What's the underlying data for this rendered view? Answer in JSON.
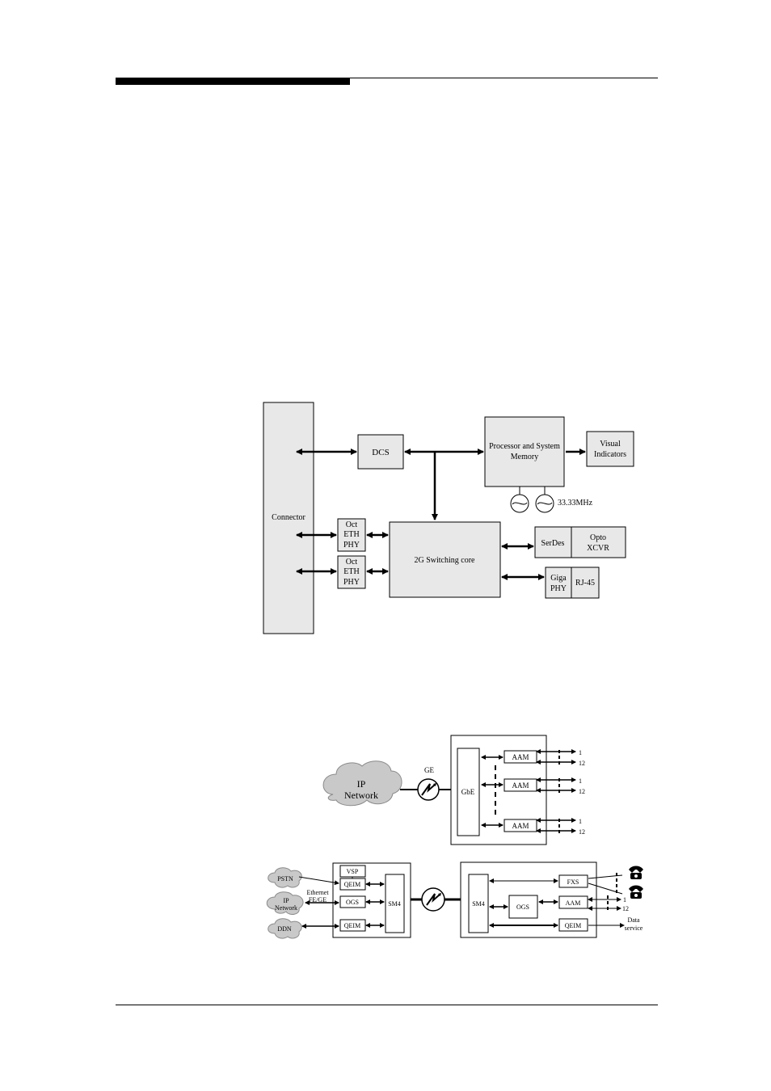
{
  "diagram1": {
    "connector": "Connector",
    "dcs": "DCS",
    "processor": [
      "Processor and System",
      "Memory"
    ],
    "visual": [
      "Visual",
      "Indicators"
    ],
    "clock": "33.33MHz",
    "oct_phy": [
      "Oct",
      "ETH",
      "PHY"
    ],
    "switching_core": "2G Switching core",
    "serdes": "SerDes",
    "opto": [
      "Opto",
      "XCVR"
    ],
    "giga": [
      "Giga",
      "PHY"
    ],
    "rj45": "RJ-45"
  },
  "diagram2": {
    "ip_network": [
      "IP",
      "Network"
    ],
    "ge": "GE",
    "gbe": "GbE",
    "aam": "AAM",
    "port_first": "1",
    "port_last": "12"
  },
  "diagram3": {
    "pstn": "PSTN",
    "ip_network": [
      "IP",
      "Network"
    ],
    "ddn": "DDN",
    "ethernet": [
      "Ethernet",
      "FE/GE"
    ],
    "vsp": "VSP",
    "qeim": "QEIM",
    "ogs": "OGS",
    "sm4": "SM4",
    "fxs": "FXS",
    "aam": "AAM",
    "port_first": "1",
    "port_last": "12",
    "data_service": [
      "Data",
      "service"
    ]
  }
}
